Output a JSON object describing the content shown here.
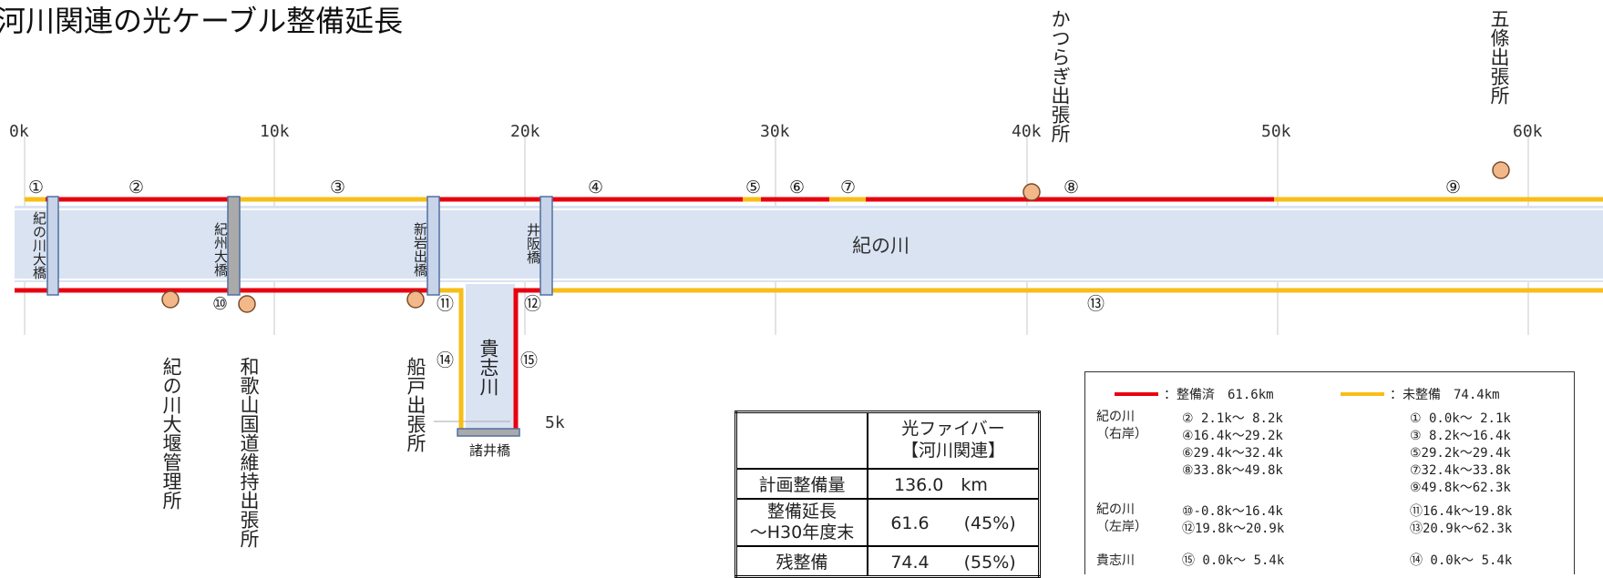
{
  "title": "河川関連の光ケーブル整備延長",
  "axis_ticks": [
    "0k",
    "10k",
    "20k",
    "30k",
    "40k",
    "50k",
    "60k"
  ],
  "river_labels": {
    "kinokawa": "紀の川",
    "kishigawa": "貴志川",
    "kishi_5k": "5k"
  },
  "bridges": [
    "紀の川大橋",
    "紀州大橋",
    "新岩出橋",
    "井阪橋"
  ],
  "bottom_bridge": "諸井橋",
  "facilities": {
    "katsuragi": "かつらぎ出張所",
    "gojo": "五條出張所",
    "kinokawa_weir": "紀の川大堰管理所",
    "wakayama": "和歌山国道維持出張所",
    "funado": "船戸出張所"
  },
  "section_numbers": [
    "①",
    "②",
    "③",
    "④",
    "⑤",
    "⑥",
    "⑦",
    "⑧",
    "⑨",
    "⑩",
    "⑪",
    "⑫",
    "⑬",
    "⑭",
    "⑮"
  ],
  "colors": {
    "done": "#e8000f",
    "undone": "#f7be17",
    "river": "#d9e3f2",
    "facility": "#f2b889"
  },
  "stats": {
    "header": "光ファイバー\n【河川関連】",
    "rows": [
      {
        "label": "計画整備量",
        "value": "136.0　km"
      },
      {
        "label": "整備延長\n～H30年度末",
        "value": "61.6　　(45%)"
      },
      {
        "label": "残整備",
        "value": "74.4　　(55%)"
      }
    ]
  },
  "legend": {
    "done_label": "：整備済　61.6km",
    "undone_label": "：未整備　74.4km",
    "groups": [
      {
        "name": "紀の川\n（右岸）",
        "done": [
          "② 2.1k～ 8.2k",
          "④16.4k～29.2k",
          "⑥29.4k～32.4k",
          "⑧33.8k～49.8k"
        ],
        "undone": [
          "① 0.0k～ 2.1k",
          "③ 8.2k～16.4k",
          "⑤29.2k～29.4k",
          "⑦32.4k～33.8k",
          "⑨49.8k～62.3k"
        ]
      },
      {
        "name": "紀の川\n（左岸）",
        "done": [
          "⑩-0.8k～16.4k",
          "⑫19.8k～20.9k"
        ],
        "undone": [
          "⑪16.4k～19.8k",
          "⑬20.9k～62.3k"
        ]
      },
      {
        "name": "貴志川",
        "done": [
          "⑮ 0.0k～ 5.4k"
        ],
        "undone": [
          "⑭ 0.0k～ 5.4k"
        ]
      }
    ]
  }
}
